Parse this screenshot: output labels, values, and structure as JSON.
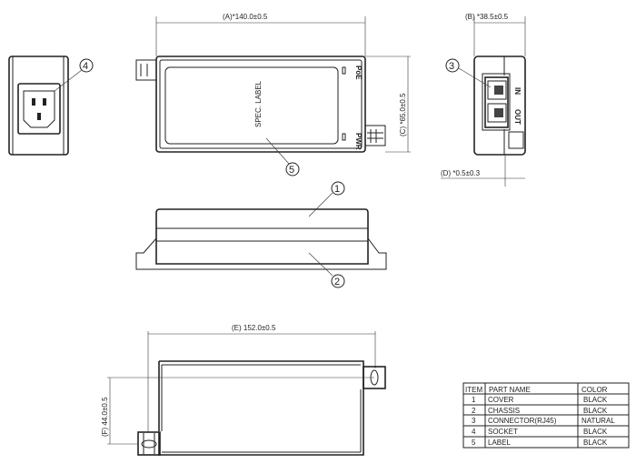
{
  "dimensions": {
    "a": "(A)*140.0±0.5",
    "b": "(B) *38.5±0.5",
    "c": "(C) *65.0±0.5",
    "d": "(D) *0.5±0.3",
    "e": "(E) 152.0±0.5",
    "f": "(F) 44.0±0.5"
  },
  "labels": {
    "spec_label": "SPEC. LABEL",
    "poe": "PoE",
    "pwr": "PWR",
    "in": "IN",
    "out": "OUT"
  },
  "balloons": [
    "1",
    "2",
    "3",
    "4",
    "5"
  ],
  "parts_table": {
    "headers": [
      "ITEM",
      "PART NAME",
      "COLOR"
    ],
    "rows": [
      [
        "1",
        "COVER",
        "BLACK"
      ],
      [
        "2",
        "CHASSIS",
        "BLACK"
      ],
      [
        "3",
        "CONNECTOR(RJ45)",
        "NATURAL"
      ],
      [
        "4",
        "SOCKET",
        "BLACK"
      ],
      [
        "5",
        "LABEL",
        "BLACK"
      ]
    ]
  }
}
